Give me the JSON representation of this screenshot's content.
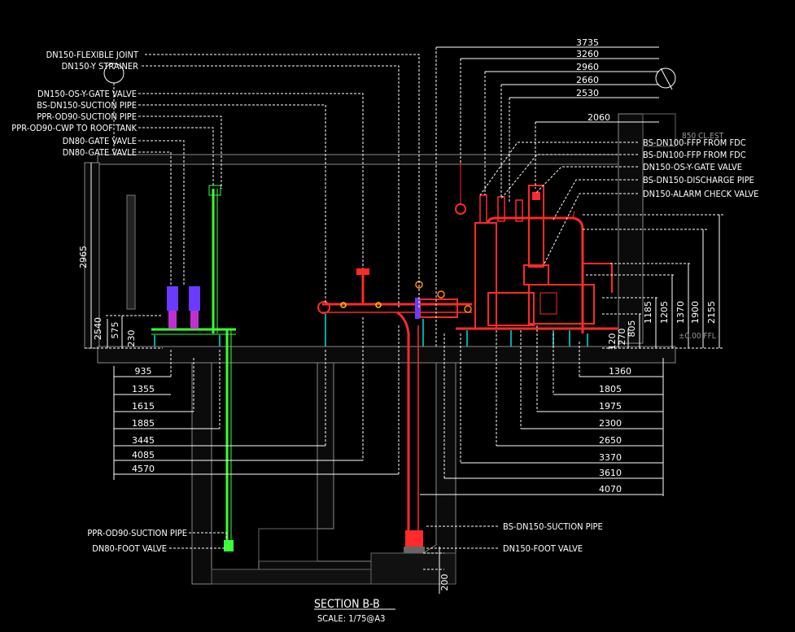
{
  "drawing": {
    "title": "SECTION B-B",
    "scale": "SCALE:   1/75@A3",
    "level_top": "850 CL.EST",
    "level_ffl": "±0.00 FFL"
  },
  "left_labels": [
    "DN150-FLEXIBLE JOINT",
    "DN150-Y STRAINER",
    "DN150-OS-Y-GATE VALVE",
    "BS-DN150-SUCTION PIPE",
    "PPR-OD90-SUCTION PIPE",
    "PPR-OD90-CWP TO ROOF TANK",
    "DN80-GATE VAVLE",
    "DN80-GATE VAVLE"
  ],
  "right_labels": [
    "BS-DN100-FFP FROM FDC",
    "BS-DN100-FFP FROM FDC",
    "DN150-OS-Y-GATE VALVE",
    "BS-DN150-DISCHARGE PIPE",
    "DN150-ALARM CHECK VALVE"
  ],
  "bottom_left_labels": [
    "PPR-OD90-SUCTION PIPE",
    "DN80-FOOT VALVE"
  ],
  "bottom_right_labels": [
    "BS-DN150-SUCTION PIPE",
    "DN150-FOOT VALVE"
  ],
  "top_dims": [
    "3735",
    "3260",
    "2960",
    "2660",
    "2530",
    "2060"
  ],
  "left_vertical_dims": [
    "2965",
    "2540",
    "575",
    "230"
  ],
  "left_horizontal_dims": [
    "935",
    "1355",
    "1615",
    "1885",
    "3445",
    "4085",
    "4570"
  ],
  "right_vertical_dims": [
    "2155",
    "1900",
    "1370",
    "1205",
    "1185",
    "805",
    "270",
    "120"
  ],
  "right_horizontal_dims": [
    "1360",
    "1805",
    "1975",
    "2300",
    "2650",
    "3370",
    "3610",
    "4070"
  ],
  "bottom_dim": "200",
  "colors": {
    "background": "#000000",
    "fire_pipe": "#ff2a2a",
    "water_pipe": "#39ff39",
    "text": "#ffffff",
    "wall": "#8a8a8a",
    "valve": "#6a3bff"
  }
}
